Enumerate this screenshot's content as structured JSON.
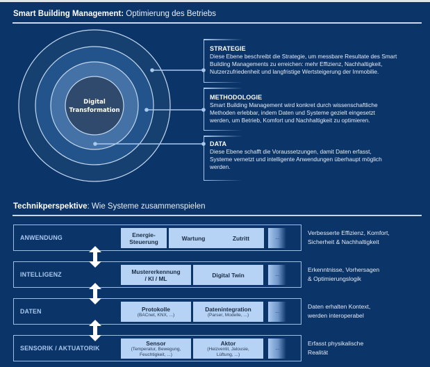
{
  "header": {
    "title_bold": "Smart Building Management:",
    "title_rest": " Optimierung des Betriebs"
  },
  "rings": {
    "center_label_line1": "Digital",
    "center_label_line2": "Transformation",
    "colors": {
      "ring_outer": "#16406f",
      "ring_second": "#22538a",
      "ring_third": "#4572a6",
      "center": "#2f4a6c",
      "stroke": "#c4d8f0",
      "connector": "#a9c9ee"
    }
  },
  "levels": [
    {
      "title": "STRATEGIE",
      "text": [
        "Diese Ebene beschreibt die Strategie, um messbare Resultate des Smart",
        "Building Managements zu erreichen: mehr Effizienz, Nachhaltigkeit,",
        "Nutzerzufriedenheit und langfristige Wertsteigerung der Immobilie."
      ]
    },
    {
      "title": "METHODOLOGIE",
      "text": [
        "Smart Building Management wird konkret durch wissenschaftliche",
        "Methoden erlebbar, indem Daten und Systeme gezielt eingesetzt",
        "werden, um Betrieb, Komfort und Nachhaltigkeit zu optimieren."
      ]
    },
    {
      "title": "DATA",
      "text": [
        "Diese Ebene schafft die Voraussetzungen, damit Daten erfasst,",
        "Systeme vernetzt und intelligente Anwendungen überhaupt möglich",
        "werden."
      ]
    }
  ],
  "tech": {
    "title_bold": "Technikperspektive",
    "title_rest": ": Wie Systeme zusammenspielen",
    "layers": [
      {
        "label": "ANWENDUNG",
        "chips": [
          {
            "title": "Energie-\nSteuerung",
            "sub": ""
          },
          {
            "title": "Wartung",
            "sub": ""
          },
          {
            "title": "Zutritt",
            "sub": ""
          }
        ],
        "more": "...",
        "desc": [
          "Verbesserte Effizienz, Komfort,",
          "Sicherheit & Nachhaltigkeit"
        ]
      },
      {
        "label": "INTELLIGENZ",
        "chips": [
          {
            "title": "Mustererkennung\n/ KI / ML",
            "sub": ""
          },
          {
            "title": "Digital Twin",
            "sub": ""
          }
        ],
        "more": "...",
        "desc": [
          "Erkenntnisse, Vorhersagen",
          "& Optimierungslogik"
        ]
      },
      {
        "label": "DATEN",
        "chips": [
          {
            "title": "Protokolle",
            "sub": "(BACnet, KNX, ...)"
          },
          {
            "title": "Datenintegration",
            "sub": "(Parser, Modelle, ...)"
          }
        ],
        "more": "...",
        "desc": [
          "Daten erhalten Kontext,",
          "werden interoperabel"
        ]
      },
      {
        "label": "SENSORIK / AKTUATORIK",
        "chips": [
          {
            "title": "Sensor",
            "sub": "(Temperatur, Bewegung,\nFeuchtigkeit, ...)"
          },
          {
            "title": "Aktor",
            "sub": "(Heizventil, Jalousie,\nLüftung, ...)"
          }
        ],
        "more": "...",
        "desc": [
          "Erfasst physikalische",
          "Realität"
        ]
      }
    ],
    "arrow_icon": "double-arrow-vertical"
  }
}
